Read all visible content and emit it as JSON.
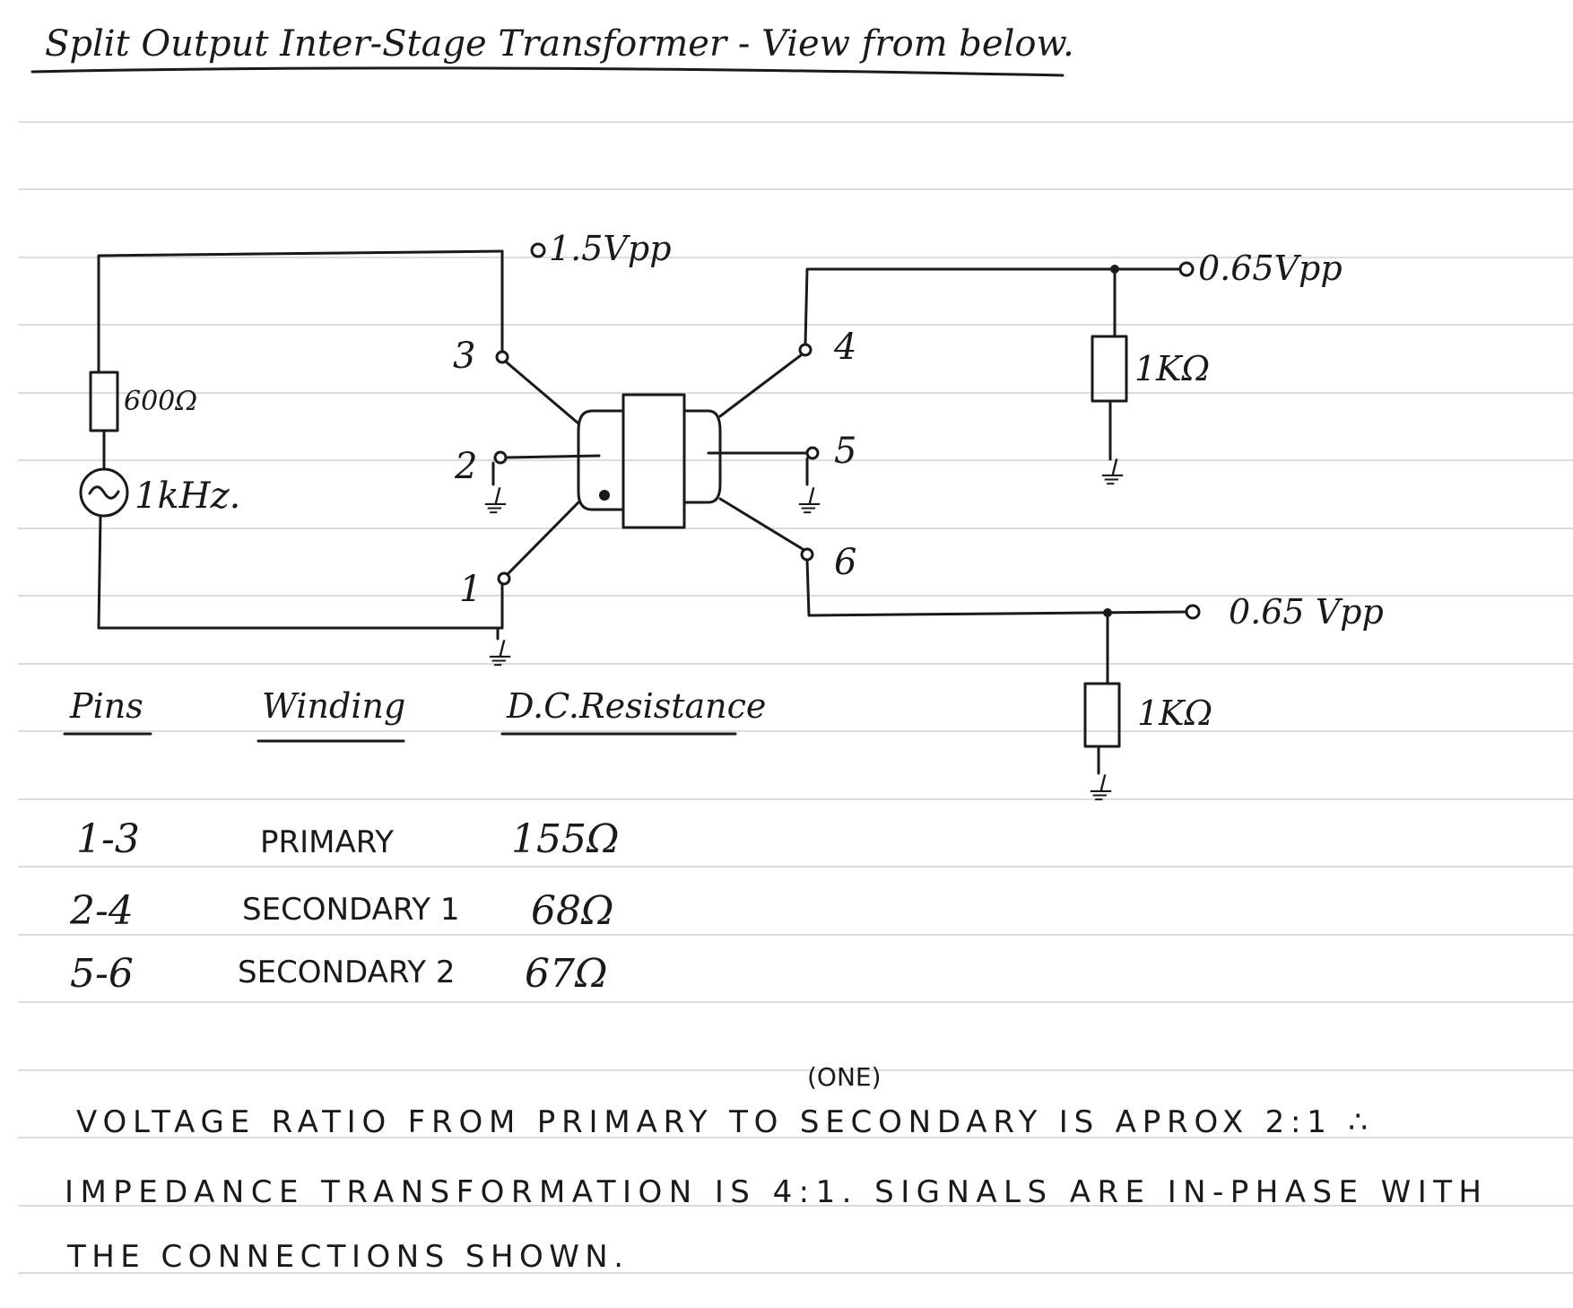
{
  "title": "Split Output Inter-Stage Transformer - View from below.",
  "source": {
    "resistor": "600Ω",
    "generator": "1kHz."
  },
  "outputs": {
    "primary_level": "1.5Vpp",
    "secondary1_level": "0.65Vpp",
    "secondary2_level": "0.65 Vpp",
    "load1": "1KΩ",
    "load2": "1KΩ"
  },
  "ground_symbol": "⏚",
  "pins": [
    "1",
    "2",
    "3",
    "4",
    "5",
    "6"
  ],
  "table": {
    "headers": [
      "Pins",
      "Winding",
      "D.C.Resistance"
    ],
    "rows": [
      {
        "pins": "1-3",
        "winding": "PRIMARY",
        "resistance": "155Ω"
      },
      {
        "pins": "2-4",
        "winding": "SECONDARY 1",
        "resistance": "68Ω"
      },
      {
        "pins": "5-6",
        "winding": "SECONDARY 2",
        "resistance": "67Ω"
      }
    ]
  },
  "notes": {
    "insert": "(ONE)",
    "line1": "VOLTAGE RATIO FROM PRIMARY TO SECONDARY IS APROX 2:1 ∴",
    "line2": "IMPEDANCE TRANSFORMATION IS 4:1. SIGNALS ARE IN-PHASE WITH",
    "line3": "THE CONNECTIONS SHOWN."
  }
}
